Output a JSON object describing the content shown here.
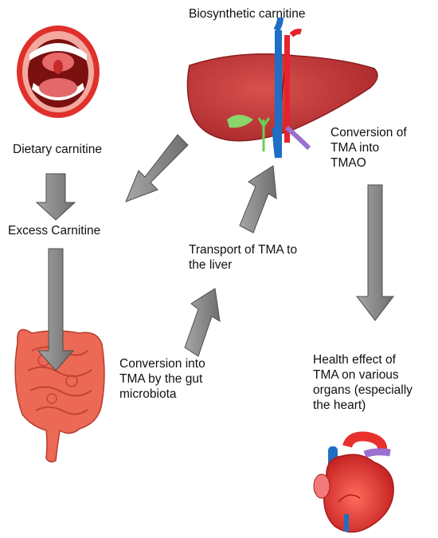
{
  "labels": {
    "biosynthetic": "Biosynthetic carnitine",
    "dietary": "Dietary carnitine",
    "excess": "Excess Carnitine",
    "transport": "Transport of TMA to\nthe liver",
    "conversion_tmao": "Conversion of\nTMA into\nTMAO",
    "conversion_tma": "Conversion into\nTMA by the gut\nmicrobiota",
    "health": "Health effect of\nTMA on various\norgans (especially\nthe heart)"
  },
  "colors": {
    "arrow_fill": "#8c8c8c",
    "arrow_stroke": "#4d4d4d",
    "liver": "#c8373a",
    "intestine": "#ec6a55",
    "heart": "#e8302e",
    "mouth_lips": "#e0302a",
    "artery": "#e5232e",
    "vein": "#1f6fc4"
  },
  "icons": [
    "mouth-icon",
    "liver-icon",
    "intestine-icon",
    "heart-icon"
  ]
}
